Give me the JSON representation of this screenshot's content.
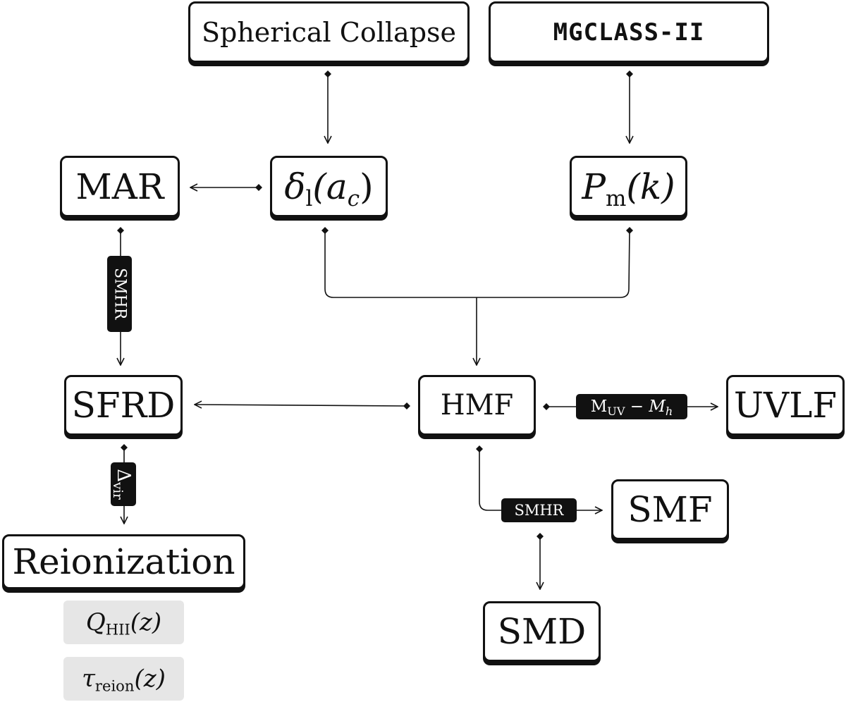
{
  "nodes": {
    "spherical_collapse": "Spherical Collapse",
    "mgclass": "MGCLASS-II",
    "mar": "MAR",
    "delta_symbol": "δ",
    "delta_sub": "l",
    "delta_arg": "(a",
    "delta_arg_sub": "c",
    "delta_close": ")",
    "pk_symbol": "P",
    "pk_sub": "m",
    "pk_arg": "(k)",
    "sfrd": "SFRD",
    "hmf": "HMF",
    "uvlf": "UVLF",
    "smf": "SMF",
    "smd": "SMD",
    "reionization": "Reionization"
  },
  "labels": {
    "smhr_vertical": "SMHR",
    "delta_vir_symbol": "Δ",
    "delta_vir_sub": "vir",
    "muv_symbol": "M",
    "muv_sub": "UV",
    "muv_minus": " − ",
    "mh_symbol": "M",
    "mh_sub": "h",
    "smhr_horizontal": "SMHR"
  },
  "outputs": {
    "q_symbol": "Q",
    "q_sub": "HII",
    "q_arg": "(z)",
    "tau_symbol": "τ",
    "tau_sub": "reion",
    "tau_arg": "(z)"
  }
}
